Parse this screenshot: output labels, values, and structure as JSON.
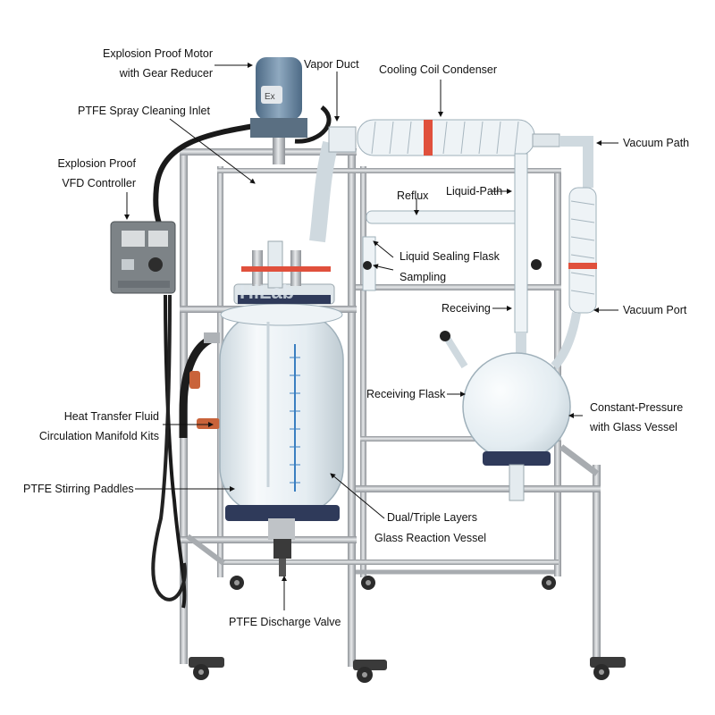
{
  "brand": {
    "logo_text": "HiLab"
  },
  "labels": {
    "motor": [
      "Explosion Proof Motor",
      "with Gear Reducer"
    ],
    "vapor_duct": "Vapor Duct",
    "condenser": "Cooling Coil Condenser",
    "spray_inlet": "PTFE Spray Cleaning Inlet",
    "vfd": [
      "Explosion Proof",
      "VFD Controller"
    ],
    "vacuum_path": "Vacuum Path",
    "reflux": "Reflux",
    "liquid_path": "Liquid-Path",
    "sealing_flask": "Liquid Sealing Flask",
    "sampling": "Sampling",
    "receiving": "Receiving",
    "vacuum_port": "Vacuum Port",
    "receiving_flask": "Receiving Flask",
    "constant_pressure": [
      "Constant-Pressure",
      "with Glass Vessel"
    ],
    "heat_transfer": [
      "Heat Transfer Fluid",
      "Circulation Manifold Kits"
    ],
    "stirring_paddles": "PTFE Stirring Paddles",
    "reaction_vessel": [
      "Dual/Triple Layers",
      "Glass Reaction Vessel"
    ],
    "discharge_valve": "PTFE Discharge Valve"
  },
  "colors": {
    "frame": "#b9bcc0",
    "glass": "#e4edf2",
    "motor": "#6e8ca6",
    "controller": "#7d8387",
    "clamp": "#e0503c",
    "base": "#2f3a5a",
    "hose": "#1a1a1a"
  }
}
